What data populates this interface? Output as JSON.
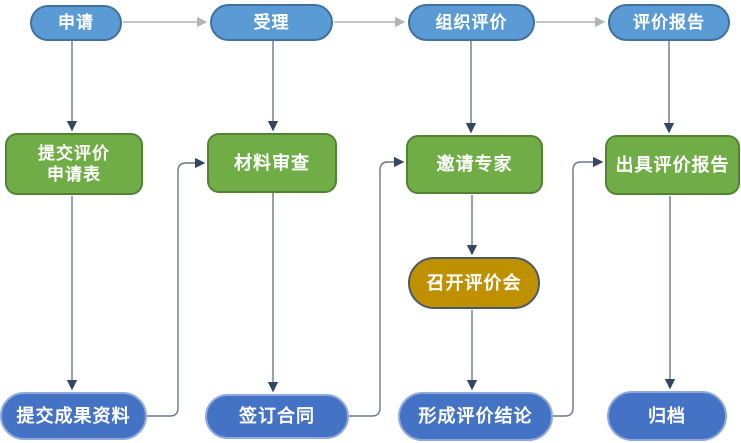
{
  "nodes": {
    "apply": {
      "label": "申请",
      "shape": "pill",
      "fill": "#5B9BD5",
      "border": "#41719C"
    },
    "accept": {
      "label": "受理",
      "shape": "pill",
      "fill": "#5B9BD5",
      "border": "#41719C"
    },
    "organize_evaluation": {
      "label": "组织评价",
      "shape": "pill",
      "fill": "#5B9BD5",
      "border": "#41719C"
    },
    "evaluation_report": {
      "label": "评价报告",
      "shape": "pill",
      "fill": "#5B9BD5",
      "border": "#41719C"
    },
    "submit_application_form": {
      "label": "提交评价\n申请表",
      "shape": "rounded-box",
      "fill": "#70AD47",
      "border": "#548235"
    },
    "material_review": {
      "label": "材料审查",
      "shape": "rounded-box",
      "fill": "#70AD47",
      "border": "#548235"
    },
    "invite_experts": {
      "label": "邀请专家",
      "shape": "rounded-box",
      "fill": "#70AD47",
      "border": "#548235"
    },
    "issue_evaluation_report": {
      "label": "出具评价报告",
      "shape": "rounded-box",
      "fill": "#70AD47",
      "border": "#548235"
    },
    "hold_evaluation_meeting": {
      "label": "召开评价会",
      "shape": "stadium",
      "fill": "#BF9000",
      "border": "#4D5966"
    },
    "submit_result_materials": {
      "label": "提交成果资料",
      "shape": "stadium",
      "fill": "#4472C4",
      "border": "#8FAADC"
    },
    "sign_contract": {
      "label": "签订合同",
      "shape": "stadium",
      "fill": "#4472C4",
      "border": "#8FAADC"
    },
    "form_evaluation_conclusion": {
      "label": "形成评价结论",
      "shape": "stadium",
      "fill": "#4472C4",
      "border": "#8FAADC"
    },
    "archive": {
      "label": "归档",
      "shape": "stadium",
      "fill": "#4472C4",
      "border": "#8FAADC"
    }
  },
  "edges": [
    {
      "from": "apply",
      "to": "accept"
    },
    {
      "from": "accept",
      "to": "organize_evaluation"
    },
    {
      "from": "organize_evaluation",
      "to": "evaluation_report"
    },
    {
      "from": "apply",
      "to": "submit_application_form"
    },
    {
      "from": "accept",
      "to": "material_review"
    },
    {
      "from": "organize_evaluation",
      "to": "invite_experts"
    },
    {
      "from": "evaluation_report",
      "to": "issue_evaluation_report"
    },
    {
      "from": "submit_application_form",
      "to": "submit_result_materials"
    },
    {
      "from": "material_review",
      "to": "sign_contract"
    },
    {
      "from": "invite_experts",
      "to": "hold_evaluation_meeting"
    },
    {
      "from": "hold_evaluation_meeting",
      "to": "form_evaluation_conclusion"
    },
    {
      "from": "issue_evaluation_report",
      "to": "archive"
    },
    {
      "from": "submit_result_materials",
      "to": "material_review"
    },
    {
      "from": "sign_contract",
      "to": "invite_experts"
    },
    {
      "from": "form_evaluation_conclusion",
      "to": "issue_evaluation_report"
    }
  ],
  "colors": {
    "background": "#FFFFFF",
    "connector": "#6A7988",
    "connector_light": "#B4B4B4",
    "arrowhead_dark": "#33475E",
    "node_text": "#FFFFFF"
  }
}
